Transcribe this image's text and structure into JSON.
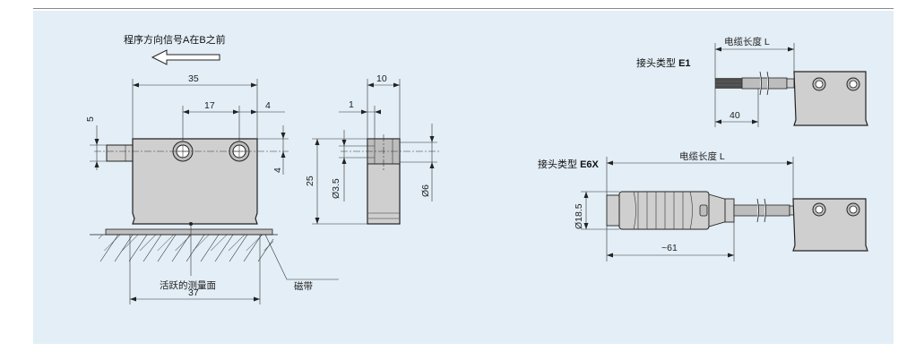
{
  "labels": {
    "direction_signal": "程序方向信号A在B之前",
    "active_measuring_face": "活跃的测量面",
    "magnetic_tape": "磁带",
    "cable_length_top": "电缆长度 L",
    "cable_length_bottom": "电缆长度 L",
    "connector_e1_prefix": "接头类型 ",
    "connector_e1_code": "E1",
    "connector_e6x_prefix": "接头类型 ",
    "connector_e6x_code": "E6X"
  },
  "dimensions": {
    "width_35": "35",
    "hole_pitch_17": "17",
    "edge_4_top": "4",
    "height_5": "5",
    "edge_4_right": "4",
    "width_37": "37",
    "side_10": "10",
    "side_1": "1",
    "height_25": "25",
    "dia_3_5": "Ø3.5",
    "dia_6": "Ø6",
    "cable_40": "40",
    "dia_18_5": "Ø18.5",
    "approx_61": "~61"
  }
}
